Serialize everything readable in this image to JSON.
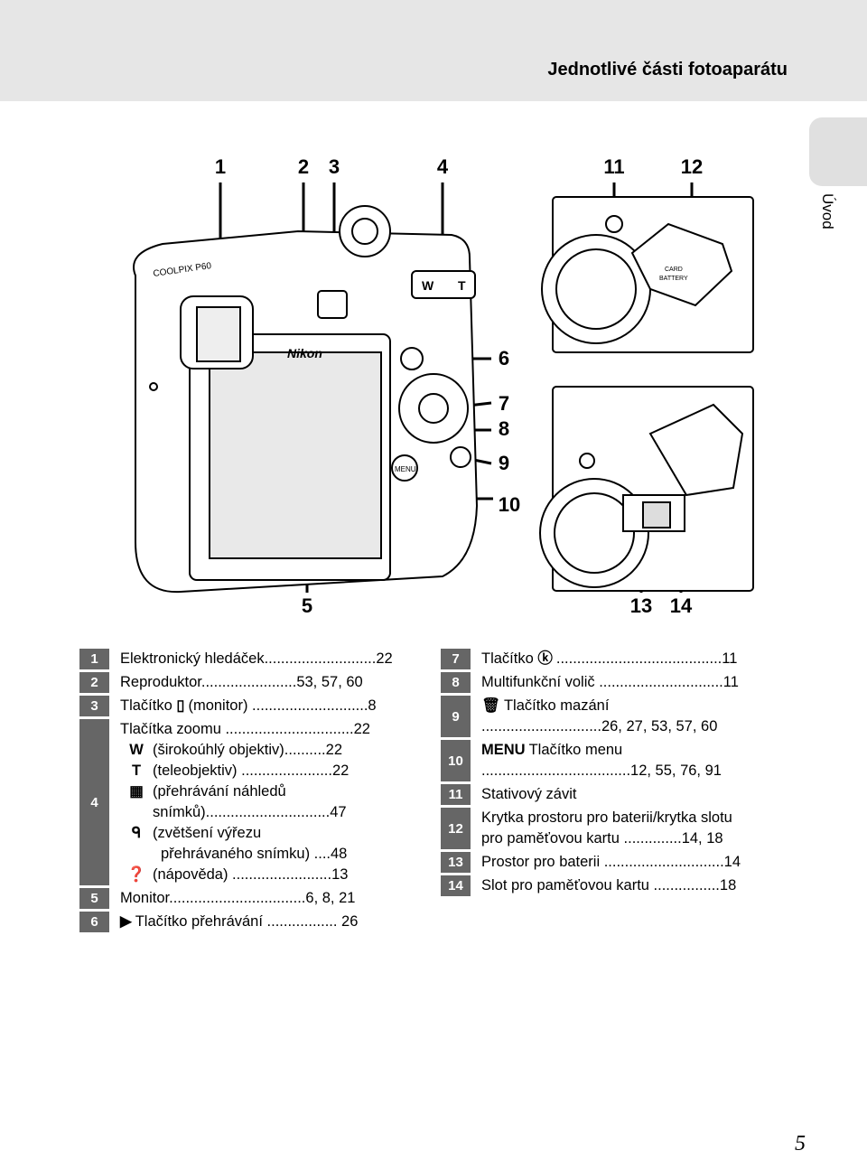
{
  "header": {
    "title": "Jednotlivé části fotoaparátu",
    "side_tab_label": "Úvod"
  },
  "figure": {
    "callouts": {
      "c1": "1",
      "c2": "2",
      "c3": "3",
      "c4": "4",
      "c5": "5",
      "c6": "6",
      "c7": "7",
      "c8": "8",
      "c9": "9",
      "c10": "10",
      "c11": "11",
      "c12": "12",
      "c13": "13",
      "c14": "14"
    },
    "camera_text": {
      "brand": "Nikon",
      "model": "COOLPIX P60",
      "menu_button": "MENU",
      "zoom_w": "W",
      "zoom_t": "T",
      "card_label": "CARD",
      "battery_label": "BATTERY"
    }
  },
  "legend": {
    "left": {
      "r1": {
        "num": "1",
        "text": "Elektronický hledáček...........................22"
      },
      "r2": {
        "num": "2",
        "text": "Reproduktor.......................53, 57, 60"
      },
      "r3": {
        "num": "3",
        "glyph": "▯",
        "text": "Tlačítko",
        "after": "(monitor) ............................8"
      },
      "r4": {
        "num": "4",
        "l1": "Tlačítka zoomu ...............................22",
        "w_glyph": "W",
        "w_text": "(širokoúhlý objektiv)..........22",
        "t_glyph": "T",
        "t_text": "(teleobjektiv) ......................22",
        "th_glyph": "▦",
        "th_text1": "(přehrávání náhledů",
        "th_text2": "snímků)..............................47",
        "zoom_glyph": "ᑫ",
        "zoom_text1": "(zvětšení výřezu",
        "zoom_text2": "přehrávaného snímku) ....48",
        "help_glyph": "❓",
        "help_text": "(nápověda) ........................13"
      },
      "r5": {
        "num": "5",
        "text": "Monitor.................................6, 8, 21"
      },
      "r6": {
        "num": "6",
        "glyph": "▶",
        "text": "Tlačítko přehrávání ................. 26"
      }
    },
    "right": {
      "r7": {
        "num": "7",
        "text": "Tlačítko",
        "glyph": "ⓚ",
        "after": "........................................11"
      },
      "r8": {
        "num": "8",
        "text": "Multifunkční volič ..............................11"
      },
      "r9": {
        "num": "9",
        "glyph": "🗑",
        "text1": "Tlačítko mazání",
        "text2": ".............................26, 27, 53, 57, 60"
      },
      "r10": {
        "num": "10",
        "glyph": "MENU",
        "text1": "Tlačítko menu",
        "text2": "....................................12, 55, 76, 91"
      },
      "r11": {
        "num": "11",
        "text": "Stativový závit"
      },
      "r12": {
        "num": "12",
        "text1": "Krytka prostoru pro baterii/krytka slotu",
        "text2": "pro paměťovou kartu ..............14, 18"
      },
      "r13": {
        "num": "13",
        "text": "Prostor pro baterii .............................14"
      },
      "r14": {
        "num": "14",
        "text": "Slot pro paměťovou kartu ................18"
      }
    }
  },
  "page_number": "5"
}
